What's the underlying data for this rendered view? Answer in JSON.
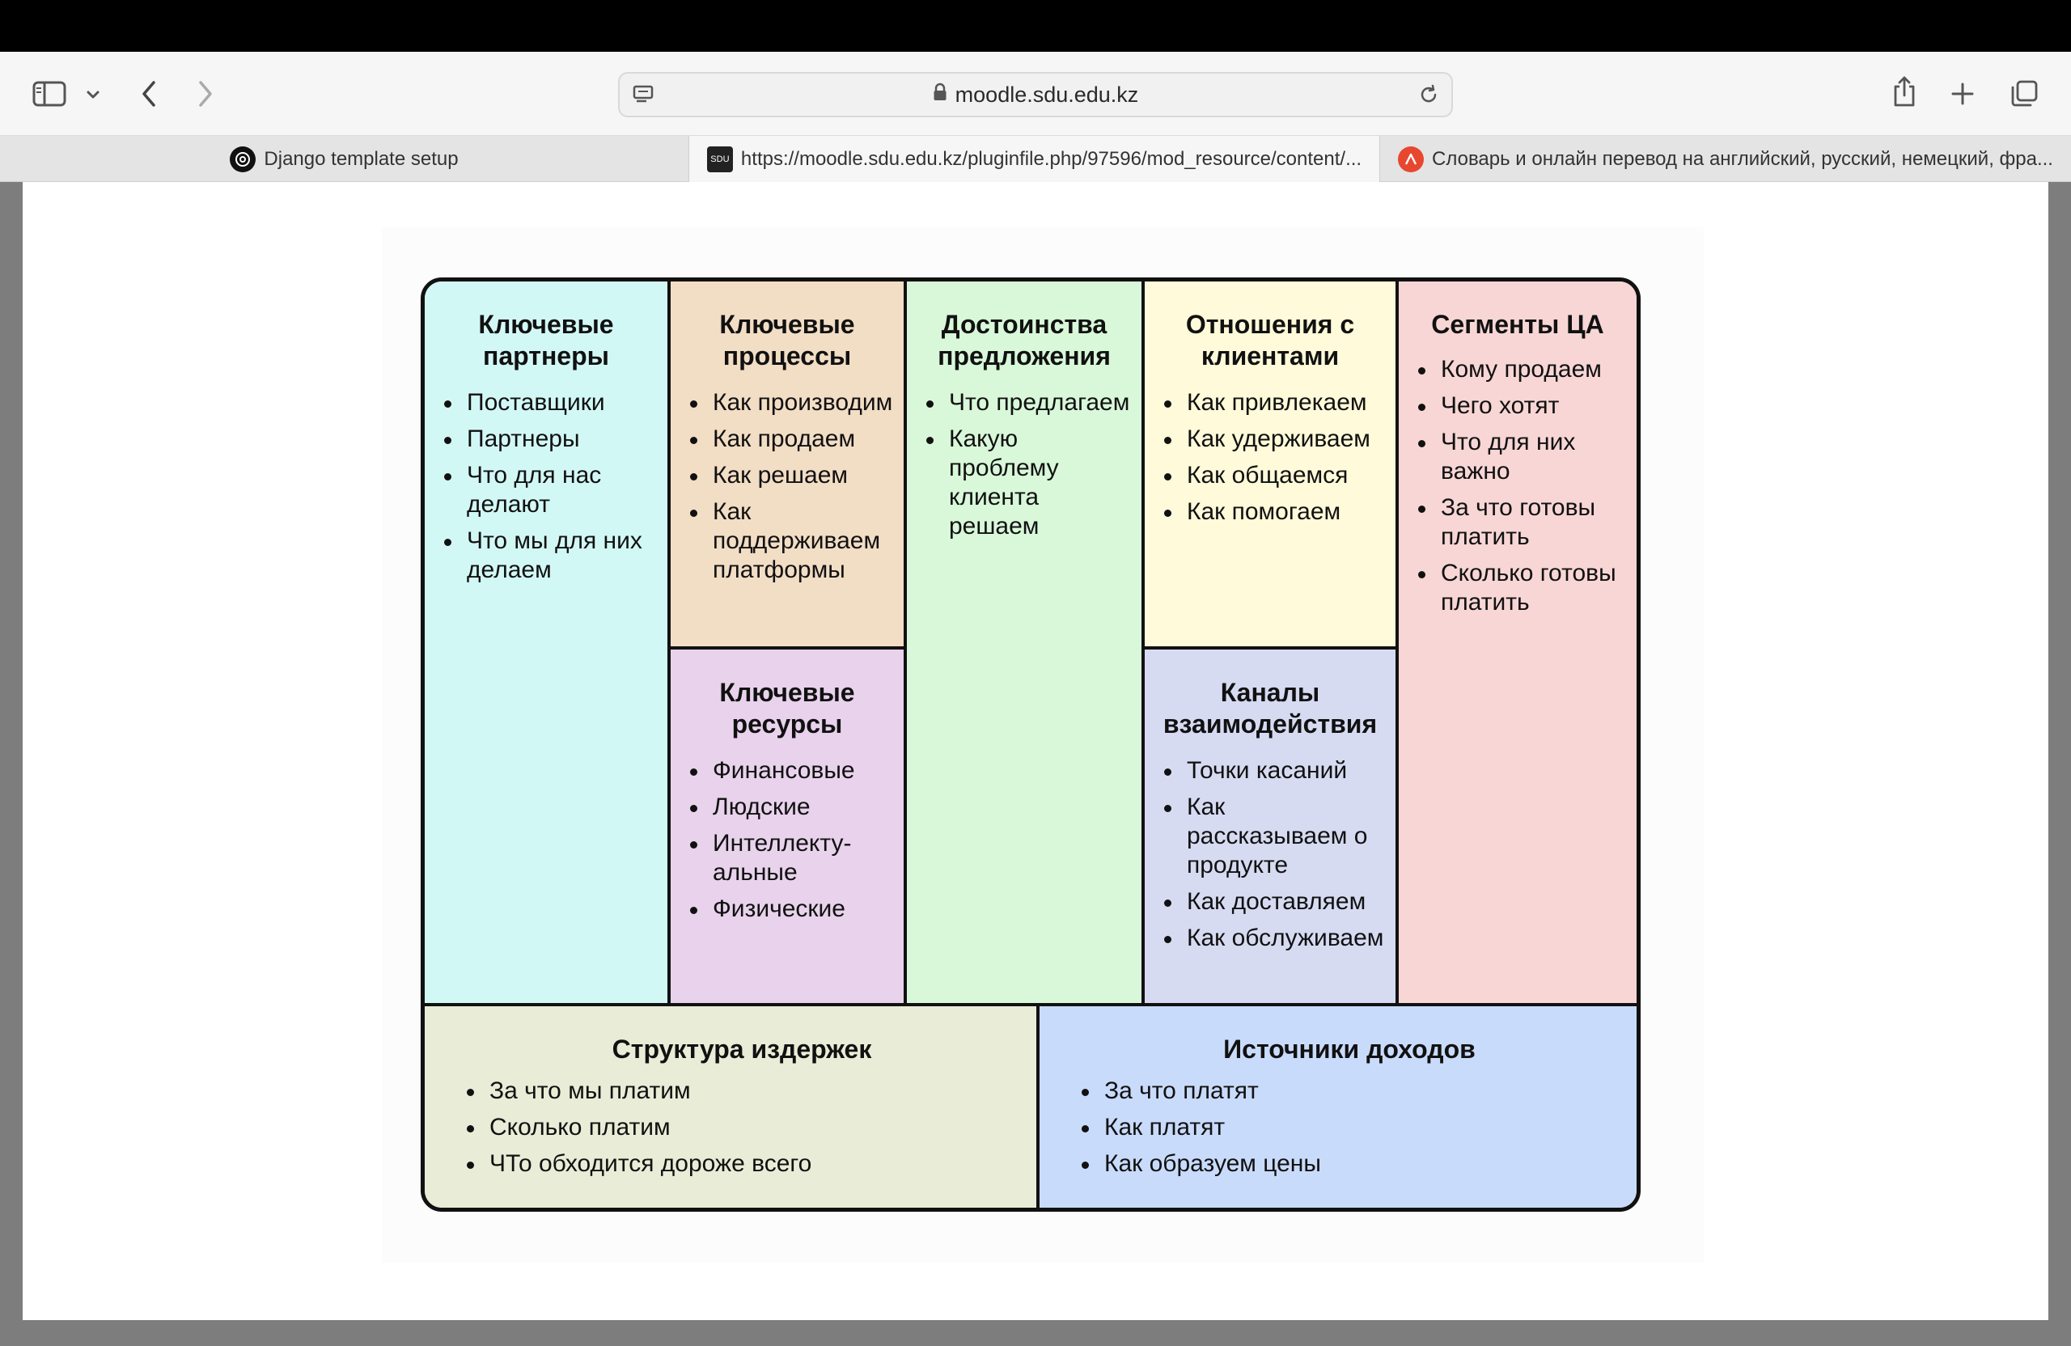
{
  "browser": {
    "url": "moodle.sdu.edu.kz",
    "tabs": [
      {
        "title": "Django template setup",
        "icon": "chatgpt-icon"
      },
      {
        "title": "https://moodle.sdu.edu.kz/pluginfile.php/97596/mod_resource/content/...",
        "icon": "sdu-icon",
        "active": true
      },
      {
        "title": "Словарь и онлайн перевод на английский, русский, немецкий, фра...",
        "icon": "translator-icon"
      }
    ]
  },
  "canvas": {
    "partners": {
      "title": "Ключевые партнеры",
      "items": [
        "Поставщики",
        "Партнеры",
        "Что для нас делают",
        "Что мы для них делаем"
      ]
    },
    "activities": {
      "title": "Ключевые процессы",
      "items": [
        "Как производим",
        "Как продаем",
        "Как решаем",
        "Как поддерживаем платформы"
      ]
    },
    "resources": {
      "title": "Ключевые ресурсы",
      "items": [
        "Финансовые",
        "Людские",
        "Интеллекту-альные",
        "Физические"
      ]
    },
    "value": {
      "title": "Достоинства предложения",
      "items": [
        "Что предлагаем",
        "Какую проблему клиента решаем"
      ]
    },
    "relations": {
      "title": "Отношения с клиентами",
      "items": [
        "Как привлекаем",
        "Как удерживаем",
        "Как общаемся",
        "Как помогаем"
      ]
    },
    "channels": {
      "title": "Каналы взаимодействия",
      "items": [
        "Точки касаний",
        "Как рассказываем о продукте",
        "Как доставляем",
        "Как обслуживаем"
      ]
    },
    "segments": {
      "title": "Сегменты ЦА",
      "items": [
        "Кому продаем",
        "Чего хотят",
        "Что для них важно",
        "За что готовы платить",
        "Сколько готовы платить"
      ]
    },
    "costs": {
      "title": "Структура издержек",
      "items": [
        "За что мы платим",
        "Сколько платим",
        "ЧТо обходится дороже всего"
      ]
    },
    "revenue": {
      "title": "Источники доходов",
      "items": [
        "За что платят",
        "Как платят",
        "Как образуем цены"
      ]
    }
  }
}
